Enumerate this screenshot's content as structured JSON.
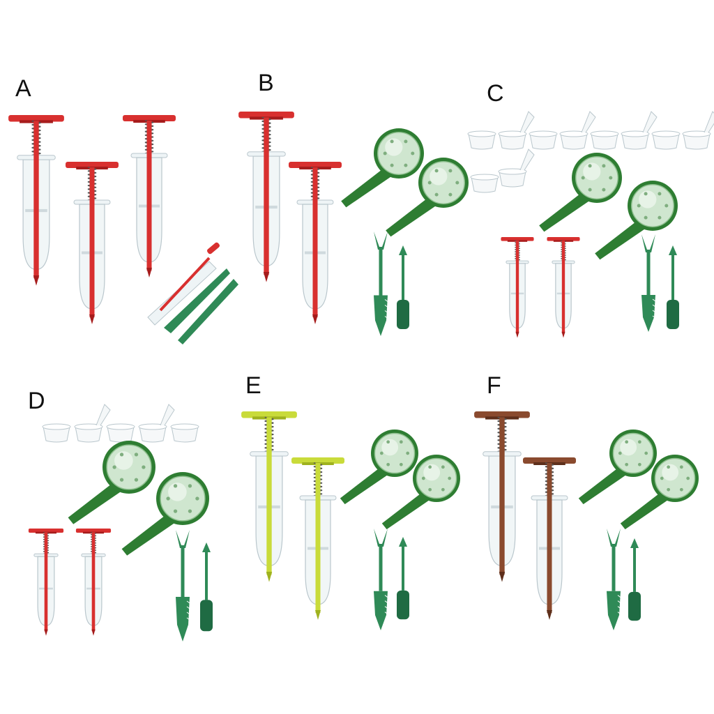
{
  "labels": [
    "A",
    "B",
    "C",
    "D",
    "E",
    "F"
  ],
  "colors": {
    "red": "#d8302f",
    "red_dark": "#a61c1c",
    "green": "#2e7d32",
    "green_light": "#5aa55a",
    "lime": "#c9db3a",
    "lime_dark": "#9fb21f",
    "brown": "#8a4a2e",
    "brown_dark": "#5e2f1b",
    "clear": "#eef4f6",
    "clear_edge": "#b9c6cc",
    "spring": "#555555",
    "tool_green": "#2f8a57"
  },
  "icons": [
    "seed-dispenser-icon",
    "seed-sower-dial-icon",
    "widger-tool-icon",
    "dibber-tool-icon",
    "seed-cup-icon"
  ]
}
